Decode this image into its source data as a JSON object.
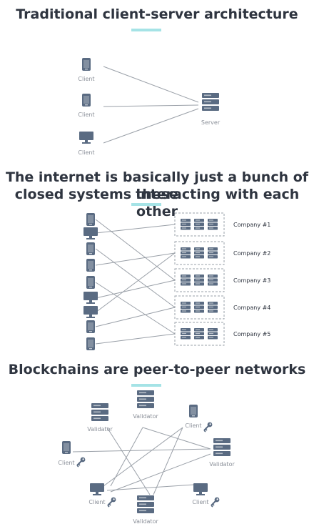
{
  "sections": {
    "traditional": {
      "heading": "Traditional client-server architecture",
      "client_label": "Client",
      "server_label": "Server"
    },
    "internet": {
      "heading_line1": "The internet is basically just a bunch of these",
      "heading_line2": "closed systems interacting with each other",
      "companies": [
        "Company #1",
        "Company #2",
        "Company #3",
        "Company #4",
        "Company #5"
      ]
    },
    "blockchain": {
      "heading": "Blockchains are peer-to-peer networks",
      "validator_label": "Validator",
      "client_label": "Client"
    }
  },
  "colors": {
    "accent": "#a5e3e6",
    "icon": "#5a6b82",
    "line": "#9aa0a8",
    "heading": "#2f3540"
  },
  "icons": [
    "phone-icon",
    "desktop-icon",
    "server-icon",
    "key-icon"
  ]
}
